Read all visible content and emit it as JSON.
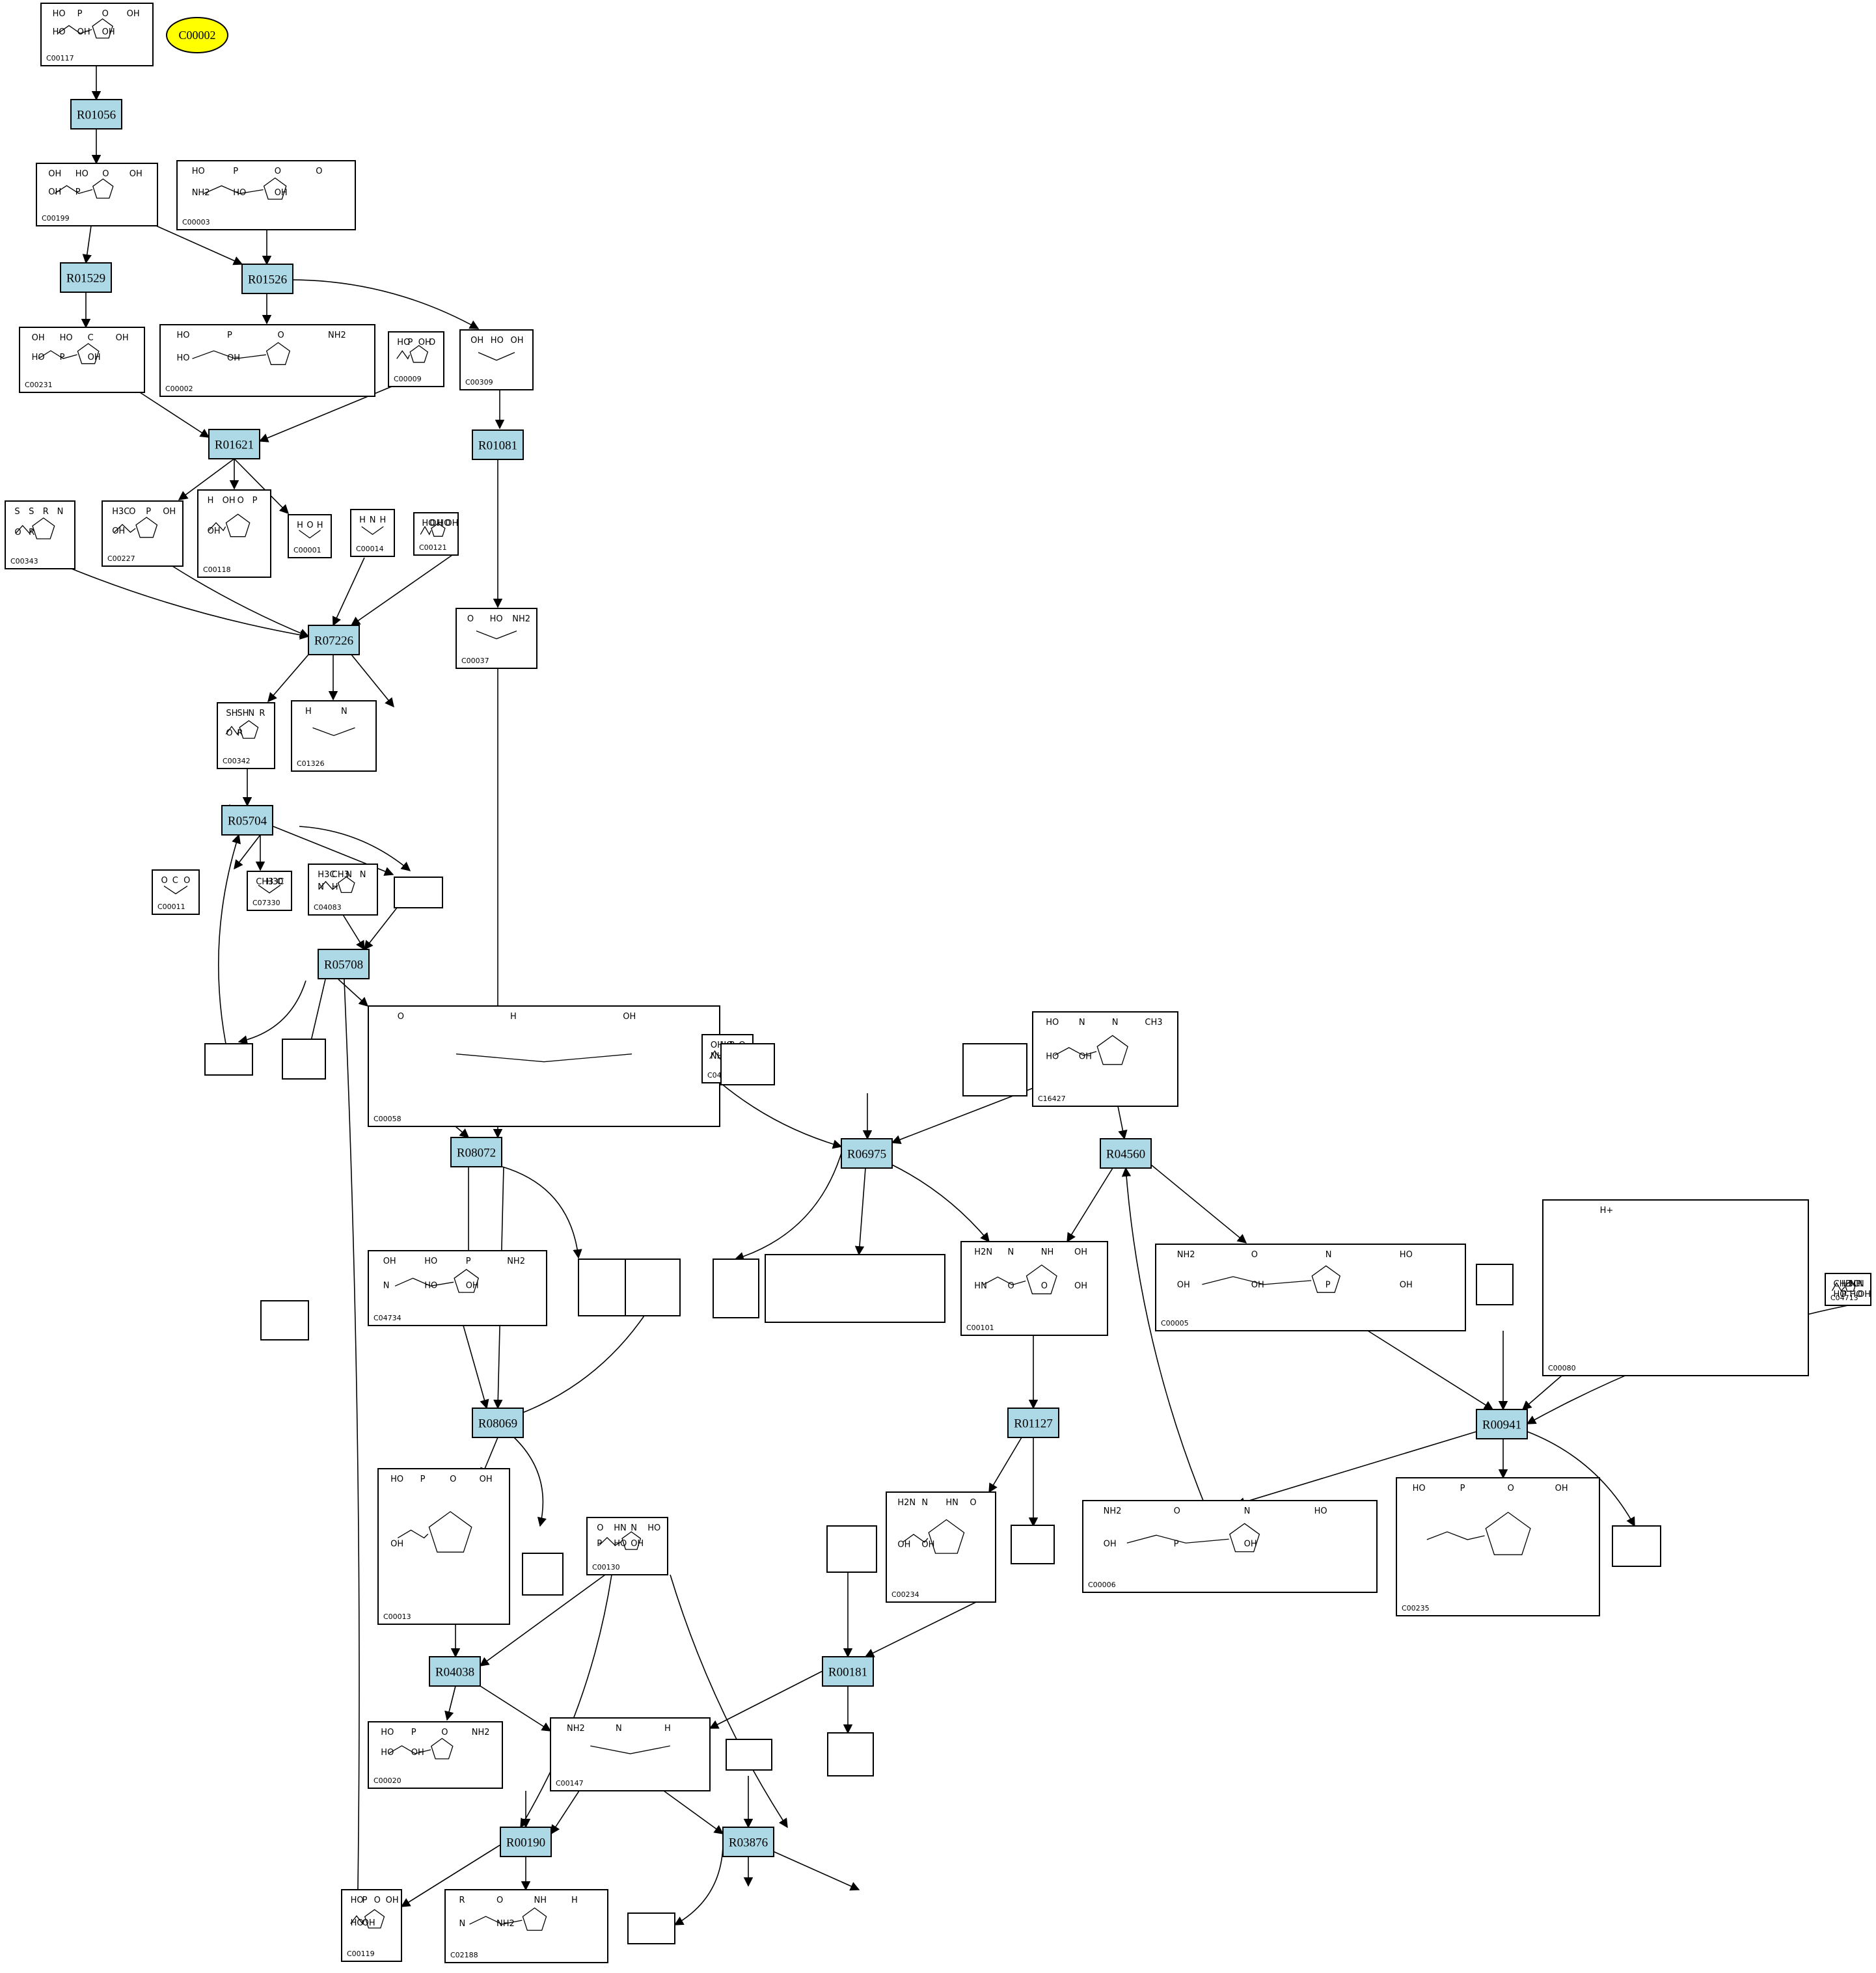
{
  "highlight": {
    "id": "C00002"
  },
  "reactions": [
    {
      "id": "R01056"
    },
    {
      "id": "R01529"
    },
    {
      "id": "R01526"
    },
    {
      "id": "R01621"
    },
    {
      "id": "R01081"
    },
    {
      "id": "R07226"
    },
    {
      "id": "R05704"
    },
    {
      "id": "R05708"
    },
    {
      "id": "R08072"
    },
    {
      "id": "R06975"
    },
    {
      "id": "R04560"
    },
    {
      "id": "R08069"
    },
    {
      "id": "R01127"
    },
    {
      "id": "R00941"
    },
    {
      "id": "R04038"
    },
    {
      "id": "R00181"
    },
    {
      "id": "R00190"
    },
    {
      "id": "R03876"
    }
  ],
  "compounds": [
    {
      "id": "C00117",
      "atoms": [
        "HO",
        "P",
        "O",
        "OH",
        "HO",
        "OH",
        "OH"
      ]
    },
    {
      "id": "C00199",
      "atoms": [
        "OH",
        "HO",
        "O",
        "OH",
        "OH",
        "P"
      ]
    },
    {
      "id": "C00003",
      "atoms": [
        "HO",
        "P",
        "O",
        "O",
        "NH2",
        "HO",
        "OH"
      ]
    },
    {
      "id": "C00231",
      "atoms": [
        "OH",
        "HO",
        "C",
        "OH",
        "HO",
        "P",
        "OH"
      ]
    },
    {
      "id": "C00002",
      "atoms": [
        "HO",
        "P",
        "O",
        "NH2",
        "HO",
        "OH"
      ]
    },
    {
      "id": "C00009",
      "atoms": [
        "HO",
        "P",
        "OH",
        "O"
      ]
    },
    {
      "id": "C00309",
      "atoms": [
        "OH",
        "HO",
        "OH"
      ]
    },
    {
      "id": "C00343",
      "atoms": [
        "S",
        "S",
        "R",
        "N",
        "O",
        "R"
      ]
    },
    {
      "id": "C00227",
      "atoms": [
        "H3C",
        "O",
        "P",
        "OH",
        "OH"
      ]
    },
    {
      "id": "C00118",
      "atoms": [
        "H",
        "OH",
        "O",
        "P",
        "OH"
      ]
    },
    {
      "id": "C00001",
      "atoms": [
        "H",
        "O",
        "H"
      ]
    },
    {
      "id": "C00014",
      "atoms": [
        "H",
        "N",
        "H"
      ]
    },
    {
      "id": "C00121",
      "atoms": [
        "HO",
        "OH",
        "HO",
        "OH"
      ]
    },
    {
      "id": "C00037",
      "atoms": [
        "O",
        "HO",
        "NH2"
      ]
    },
    {
      "id": "C00342",
      "atoms": [
        "SH",
        "SH",
        "N",
        "R",
        "O",
        "R"
      ]
    },
    {
      "id": "C01326",
      "atoms": [
        "H",
        "N"
      ]
    },
    {
      "id": "C00011",
      "atoms": [
        "O",
        "C",
        "O"
      ]
    },
    {
      "id": "C07330",
      "atoms": [
        "CH3",
        "H3C",
        "O"
      ]
    },
    {
      "id": "C04083",
      "atoms": [
        "H3C",
        "CH3",
        "N",
        "N",
        "N",
        "H"
      ]
    },
    {
      "id": "C00058",
      "atoms": [
        "O",
        "H",
        "OH"
      ]
    },
    {
      "id": "C04677",
      "atoms": [
        "OH",
        "HO",
        "P",
        "O",
        "NH2",
        "N",
        "HO",
        "OH"
      ]
    },
    {
      "id": "C16427",
      "atoms": [
        "HO",
        "N",
        "N",
        "CH3",
        "HO",
        "OH"
      ]
    },
    {
      "id": "C04734",
      "atoms": [
        "OH",
        "HO",
        "P",
        "NH2",
        "N",
        "HO",
        "OH"
      ]
    },
    {
      "id": "C00101",
      "atoms": [
        "H2N",
        "N",
        "NH",
        "OH",
        "HN",
        "O",
        "O",
        "OH"
      ]
    },
    {
      "id": "C00005",
      "atoms": [
        "NH2",
        "O",
        "N",
        "HO",
        "OH",
        "OH",
        "P",
        "OH"
      ]
    },
    {
      "id": "C00080",
      "atoms": [
        "H+"
      ]
    },
    {
      "id": "C04713",
      "atoms": [
        "CH3",
        "H3C",
        "NH",
        "N",
        "HO",
        "P",
        "HO",
        "OH"
      ]
    },
    {
      "id": "C00013",
      "atoms": [
        "HO",
        "P",
        "O",
        "OH",
        "OH"
      ]
    },
    {
      "id": "C00130",
      "atoms": [
        "O",
        "HN",
        "N",
        "HO",
        "P",
        "HO",
        "OH"
      ]
    },
    {
      "id": "C00234",
      "atoms": [
        "H2N",
        "N",
        "HN",
        "O",
        "OH",
        "OH"
      ]
    },
    {
      "id": "C00006",
      "atoms": [
        "NH2",
        "O",
        "N",
        "HO",
        "OH",
        "P",
        "OH"
      ]
    },
    {
      "id": "C00235",
      "atoms": [
        "HO",
        "P",
        "O",
        "OH"
      ]
    },
    {
      "id": "C00020",
      "atoms": [
        "HO",
        "P",
        "O",
        "NH2",
        "HO",
        "OH"
      ]
    },
    {
      "id": "C00147",
      "atoms": [
        "NH2",
        "N",
        "H"
      ]
    },
    {
      "id": "C00119",
      "atoms": [
        "HO",
        "P",
        "O",
        "OH",
        "HO",
        "OH"
      ]
    },
    {
      "id": "C02188",
      "atoms": [
        "R",
        "O",
        "NH",
        "H",
        "N",
        "NH2"
      ]
    }
  ]
}
